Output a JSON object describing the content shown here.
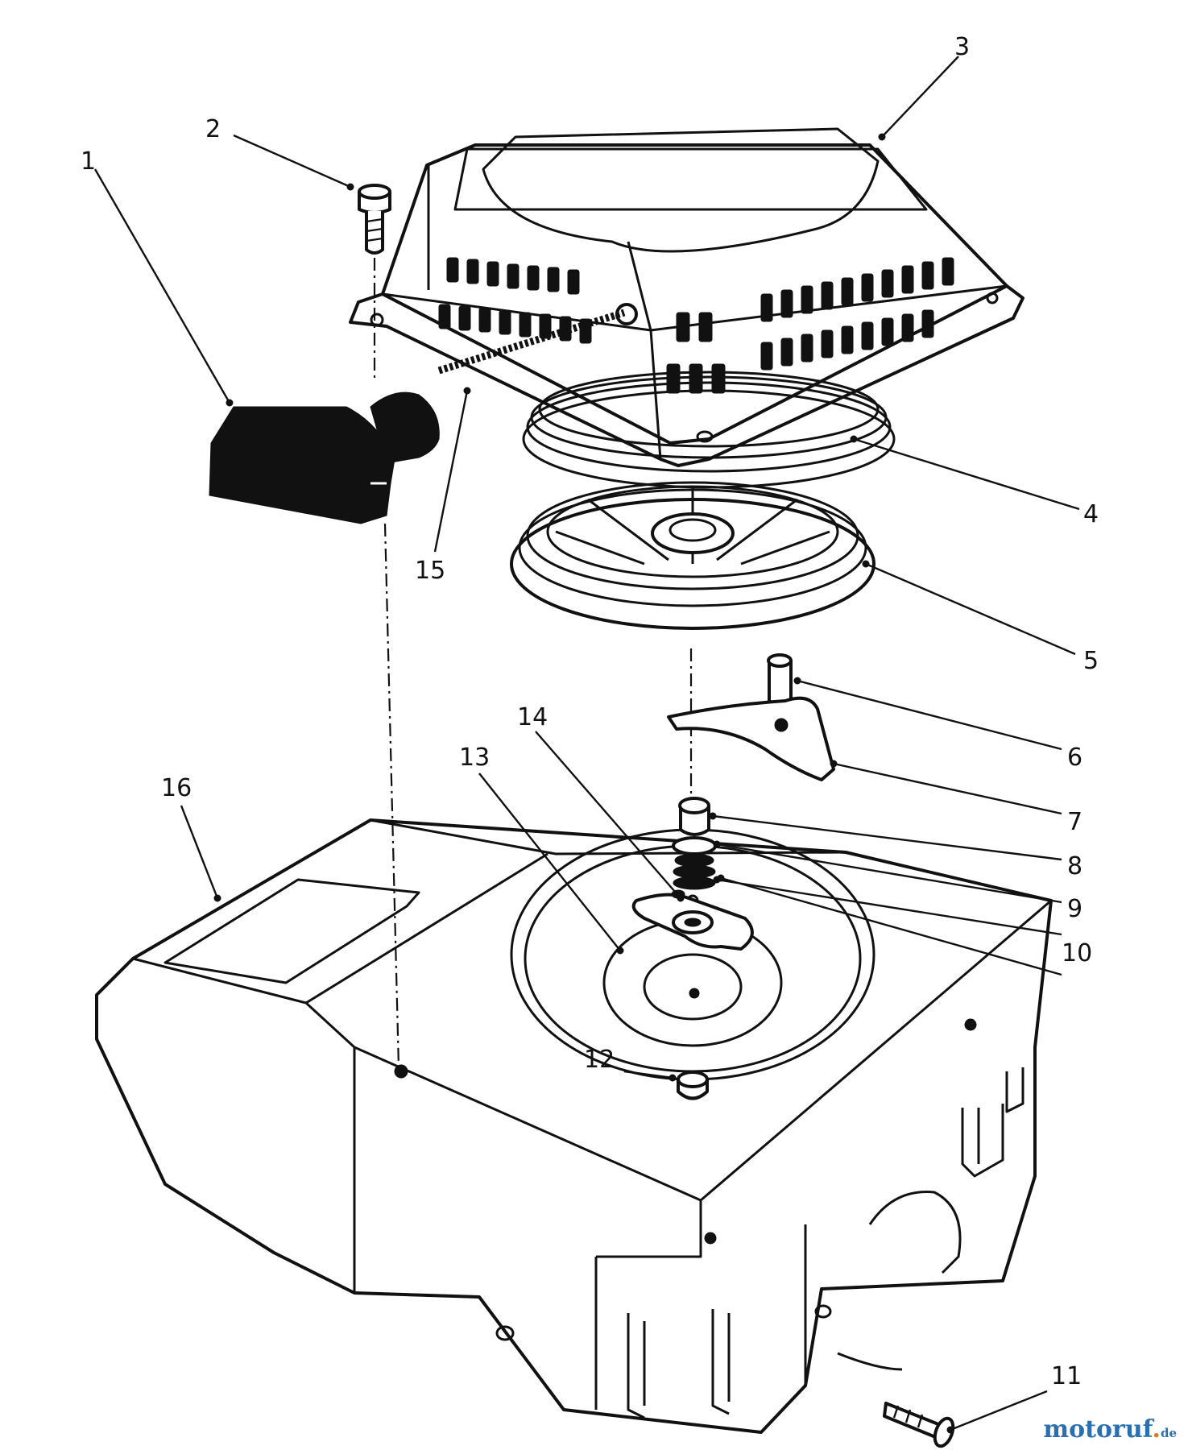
{
  "callouts": [
    {
      "id": "1",
      "text": "1"
    },
    {
      "id": "2",
      "text": "2"
    },
    {
      "id": "3",
      "text": "3"
    },
    {
      "id": "4",
      "text": "4"
    },
    {
      "id": "5",
      "text": "5"
    },
    {
      "id": "6",
      "text": "6"
    },
    {
      "id": "7",
      "text": "7"
    },
    {
      "id": "8",
      "text": "8"
    },
    {
      "id": "9",
      "text": "9"
    },
    {
      "id": "10",
      "text": "10"
    },
    {
      "id": "11",
      "text": "11"
    },
    {
      "id": "12",
      "text": "12"
    },
    {
      "id": "13",
      "text": "13"
    },
    {
      "id": "14",
      "text": "14"
    },
    {
      "id": "15",
      "text": "15"
    },
    {
      "id": "16",
      "text": "16"
    }
  ],
  "watermark": {
    "brand": "motoruf",
    "tld": "de"
  }
}
